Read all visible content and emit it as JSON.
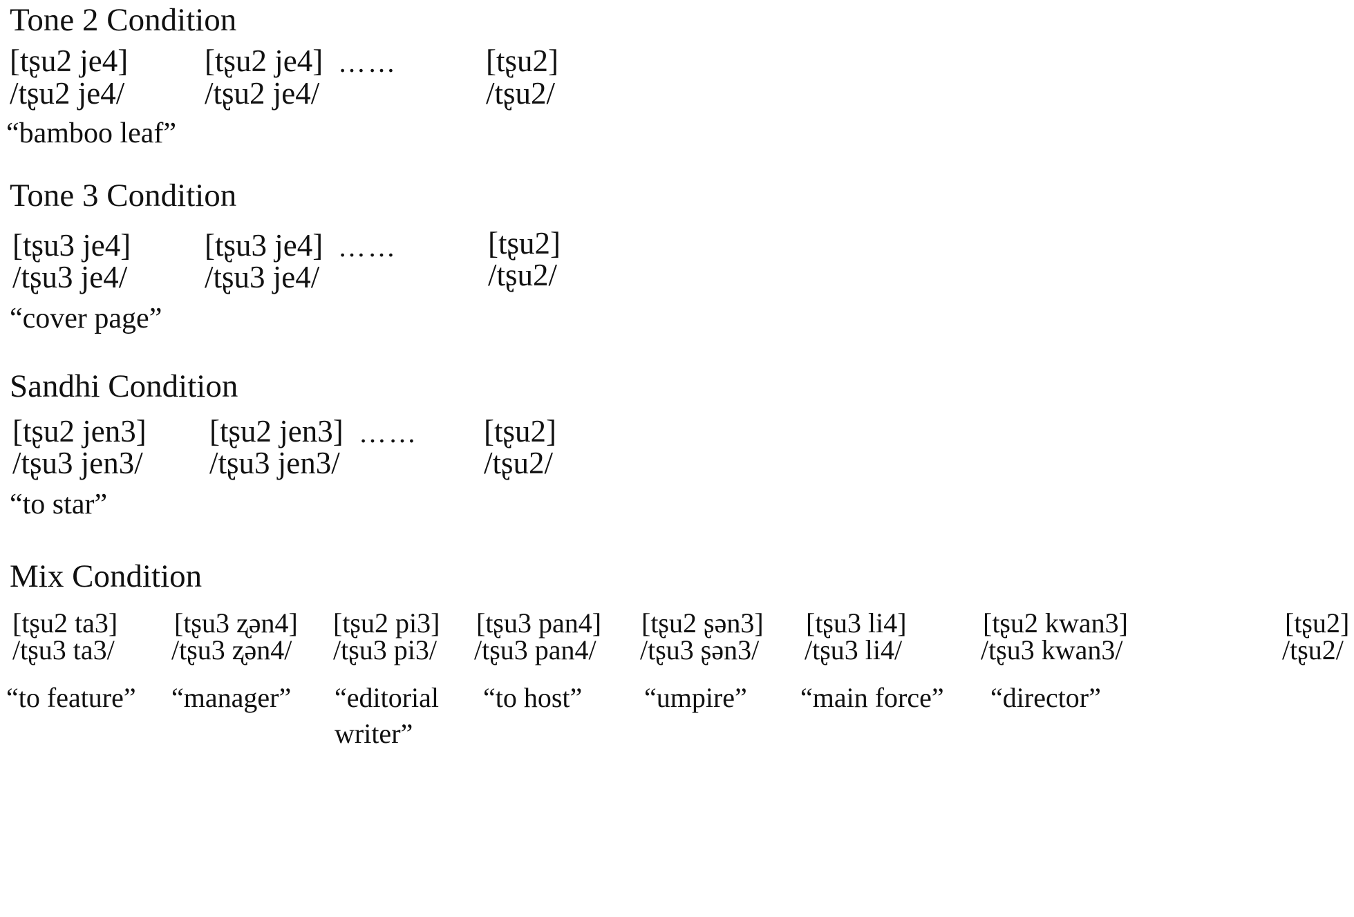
{
  "sections": [
    {
      "title": "Tone 2 Condition",
      "col1": {
        "surface": "[tʂu2 je4]",
        "underlying": "/tʂu2 je4/"
      },
      "col2": {
        "surface": "[tʂu2 je4]",
        "dots": "……",
        "underlying": "/tʂu2 je4/"
      },
      "col3": {
        "surface": "[tʂu2]",
        "underlying": "/tʂu2/"
      },
      "gloss": "“bamboo leaf”"
    },
    {
      "title": "Tone 3 Condition",
      "col1": {
        "surface": "[tʂu3 je4]",
        "underlying": "/tʂu3 je4/"
      },
      "col2": {
        "surface": "[tʂu3 je4]",
        "dots": "……",
        "underlying": "/tʂu3 je4/"
      },
      "col3": {
        "surface": "[tʂu2]",
        "underlying": "/tʂu2/"
      },
      "gloss": "“cover page”"
    },
    {
      "title": "Sandhi Condition",
      "col1": {
        "surface": "[tʂu2 jen3]",
        "underlying": "/tʂu3 jen3/"
      },
      "col2": {
        "surface": "[tʂu2 jen3]",
        "dots": "……",
        "underlying": "/tʂu3 jen3/"
      },
      "col3": {
        "surface": "[tʂu2]",
        "underlying": "/tʂu2/"
      },
      "gloss": "“to star”"
    }
  ],
  "mix": {
    "title": "Mix Condition",
    "items": [
      {
        "surface": "[tʂu2 ta3]",
        "underlying": "/tʂu3 ta3/",
        "gloss": "“to feature”"
      },
      {
        "surface": "[tʂu3 ʐən4]",
        "underlying": "/tʂu3 ʐən4/",
        "gloss": "“manager”"
      },
      {
        "surface": "[tʂu2 pi3]",
        "underlying": "/tʂu3 pi3/",
        "gloss": "“editorial writer”"
      },
      {
        "surface": "[tʂu3 pan4]",
        "underlying": "/tʂu3 pan4/",
        "gloss": "“to host”"
      },
      {
        "surface": "[tʂu2 ʂən3]",
        "underlying": "/tʂu3 ʂən3/",
        "gloss": "“umpire”"
      },
      {
        "surface": "[tʂu3 li4]",
        "underlying": "/tʂu3 li4/",
        "gloss": "“main force”"
      },
      {
        "surface": "[tʂu2 kwan3]",
        "underlying": "/tʂu3 kwan3/",
        "gloss": "“director”"
      },
      {
        "surface": "[tʂu2]",
        "underlying": "/tʂu2/"
      }
    ]
  }
}
